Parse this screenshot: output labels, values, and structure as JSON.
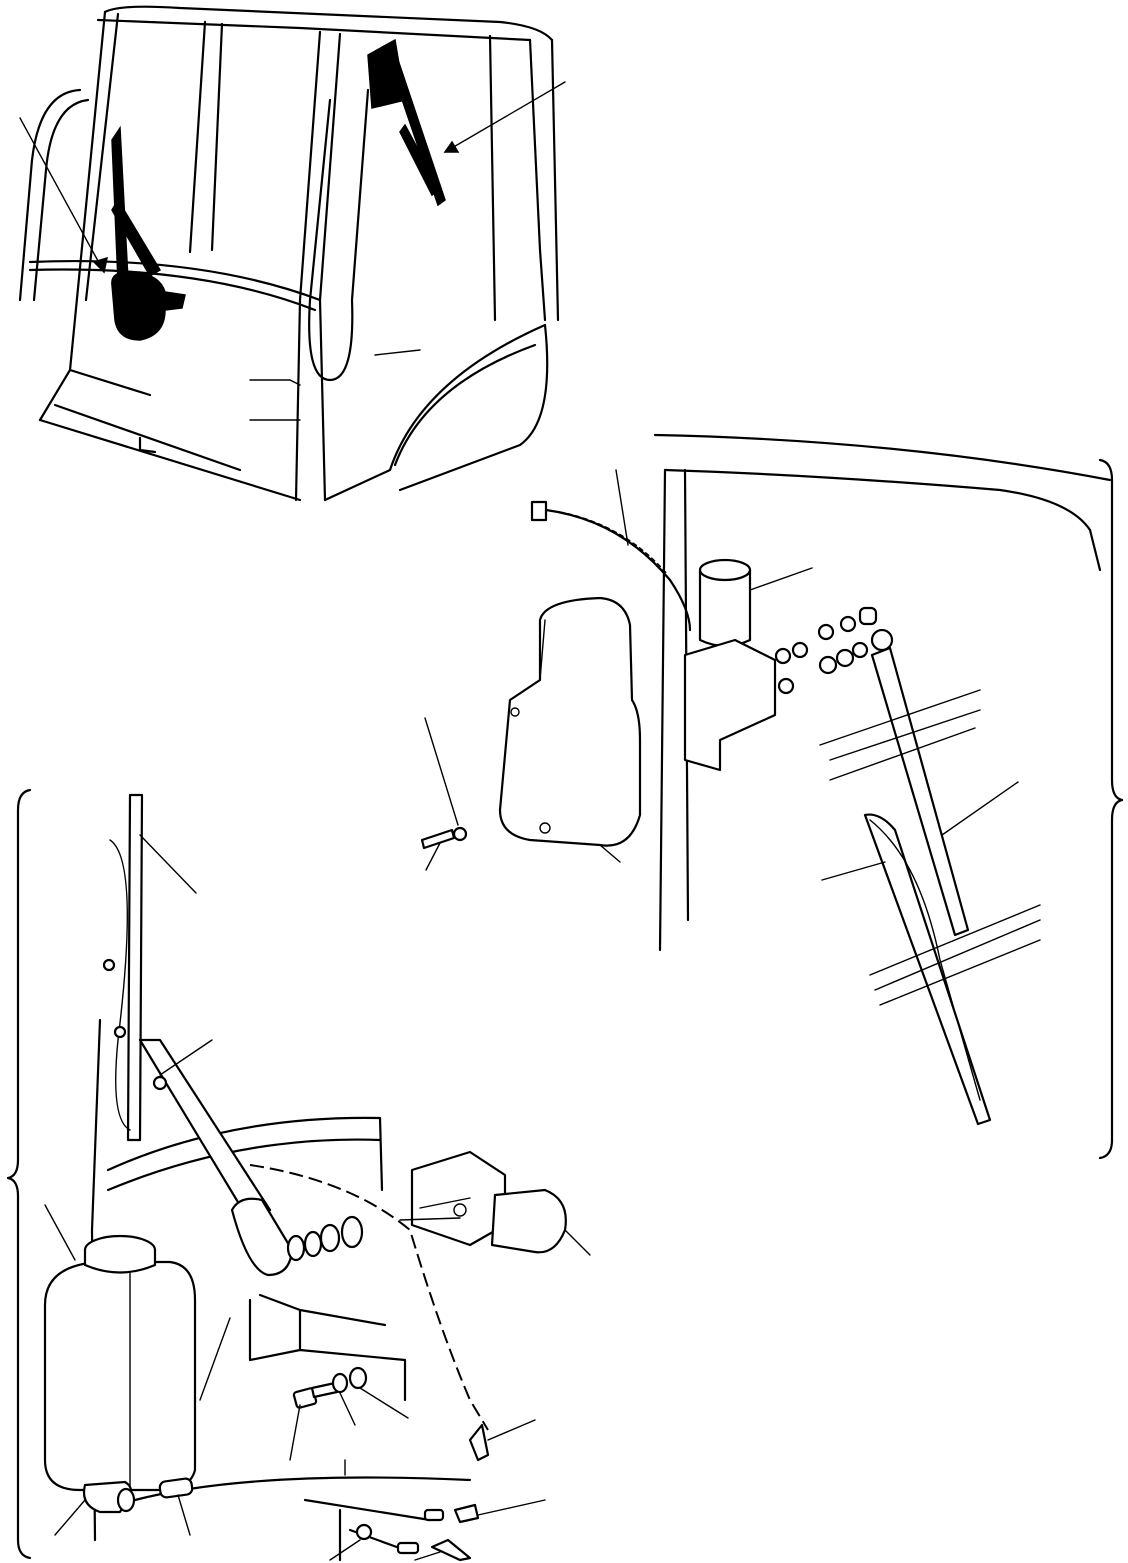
{
  "figure": {
    "title": "",
    "callouts": [],
    "assemblies": [
      "cab-overview",
      "rear-window-wiper",
      "front-window-wiper-and-washer"
    ]
  }
}
